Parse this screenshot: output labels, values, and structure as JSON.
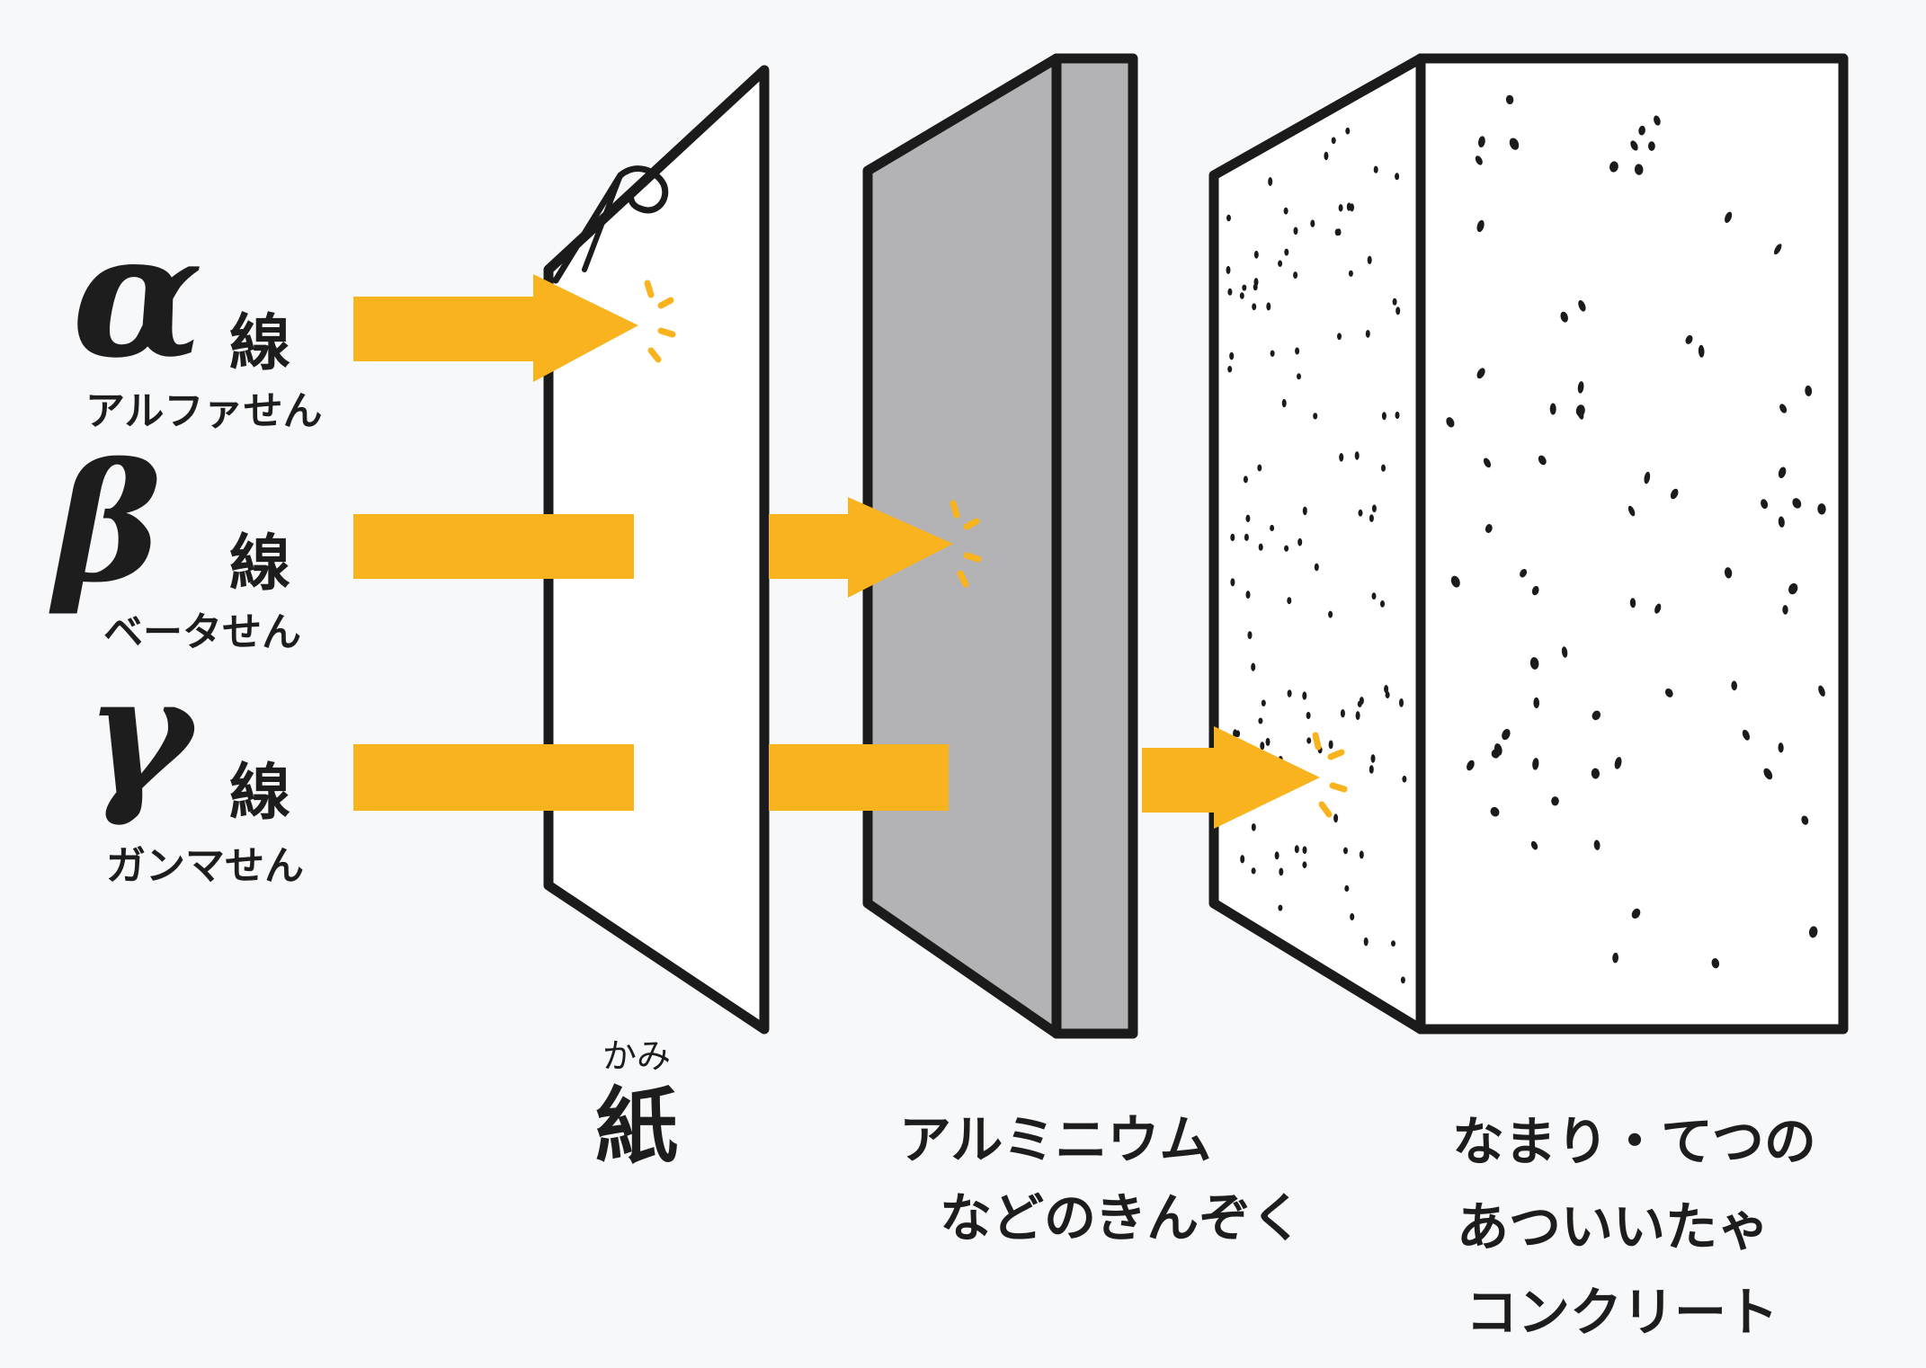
{
  "rays": [
    {
      "symbol": "α",
      "kanji": "線",
      "reading": "アルファせん",
      "stops_at": "paper"
    },
    {
      "symbol": "β",
      "kanji": "線",
      "reading": "ベータせん",
      "stops_at": "aluminium"
    },
    {
      "symbol": "γ",
      "kanji": "線",
      "reading": "ガンマせん",
      "stops_at": "concrete"
    }
  ],
  "barriers": {
    "paper": {
      "furigana": "かみ",
      "label": "紙"
    },
    "aluminium": {
      "line1": "アルミニウム",
      "line2": "などのきんぞく"
    },
    "concrete": {
      "line1": "なまり・てつの",
      "line2": "あついいたゃ",
      "line3": "コンクリート"
    }
  },
  "colors": {
    "ray": "#f8b31e",
    "metal": "#b3b3b6",
    "outline": "#1b1b1b",
    "background": "#f7f8fa"
  }
}
